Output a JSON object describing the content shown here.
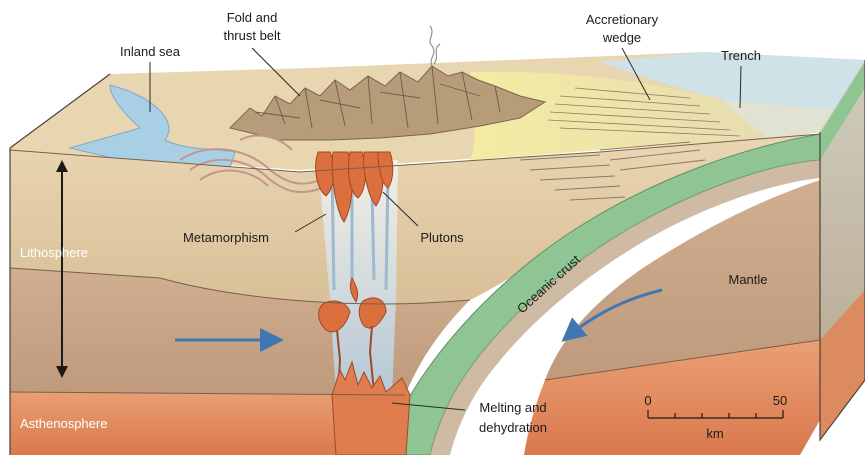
{
  "labels": {
    "inland_sea": "Inland sea",
    "fold_thrust_1": "Fold and",
    "fold_thrust_2": "thrust belt",
    "accretionary_1": "Accretionary",
    "accretionary_2": "wedge",
    "trench": "Trench",
    "metamorphism": "Metamorphism",
    "plutons": "Plutons",
    "lithosphere": "Lithosphere",
    "oceanic_crust": "Oceanic crust",
    "mantle": "Mantle",
    "asthenosphere": "Asthenosphere",
    "melting_1": "Melting and",
    "melting_2": "dehydration"
  },
  "scale_bar": {
    "min": "0",
    "max": "50",
    "unit": "km"
  },
  "colors": {
    "background": "#ffffff",
    "lithosphere": "#e3cba3",
    "mantle": "#c9a587",
    "asthenosphere": "#e28e62",
    "oceanic_crust": "#8fc593",
    "sea": "#a9cfe4",
    "magma": "#dc6f3e",
    "arrow": "#3f77b4"
  }
}
